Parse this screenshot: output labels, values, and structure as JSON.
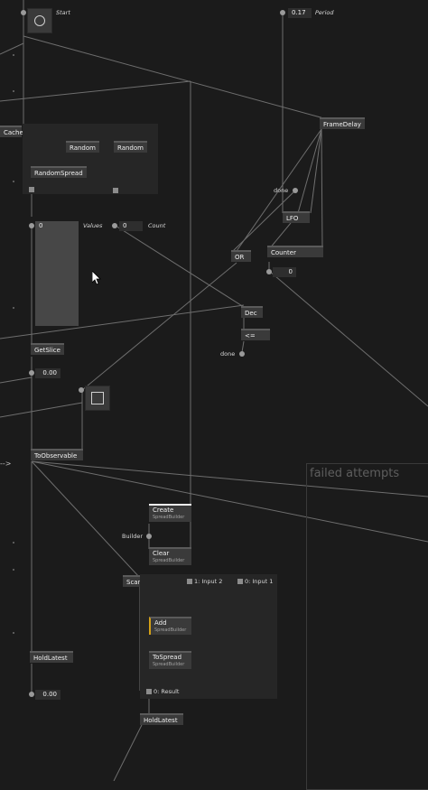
{
  "nodes": {
    "cache": "Cache",
    "random1": "Random",
    "random2": "Random",
    "random_spread": "RandomSpread",
    "frame_delay": "FrameDelay",
    "lfo": "LFO",
    "or": "OR",
    "counter": "Counter",
    "dec": "Dec",
    "le": "<=",
    "get_slice": "GetSlice",
    "to_observable": "ToObservable",
    "create": "Create",
    "create_sub": "SpreadBuilder",
    "clear": "Clear",
    "clear_sub": "SpreadBuilder",
    "scan": "Scan",
    "add": "Add",
    "add_sub": "SpreadBuilder",
    "to_spread": "ToSpread",
    "to_spread_sub": "SpreadBuilder",
    "hold_latest_1": "HoldLatest",
    "hold_latest_2": "HoldLatest"
  },
  "labels": {
    "start": "Start",
    "period": "Period",
    "done_1": "done",
    "done_2": "done",
    "values": "Values",
    "count": "Count",
    "builder": "Builder",
    "input2": "1: Input 2",
    "input1": "0: Input 1",
    "result": "0: Result",
    "arrow": "-->"
  },
  "values": {
    "period": "0.17",
    "count": "0",
    "values_first": "0",
    "counter_out": "0",
    "slice_out": "0.00",
    "hold_out": "0.00"
  },
  "group": {
    "title": "failed attempts"
  }
}
